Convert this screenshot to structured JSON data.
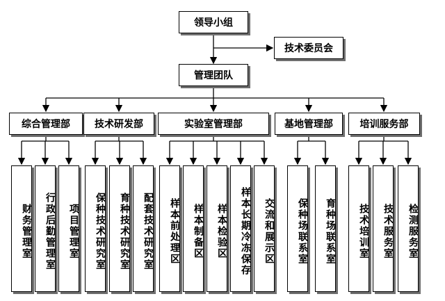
{
  "root": {
    "label": "领导小组"
  },
  "side": {
    "label": "技术委员会"
  },
  "mid": {
    "label": "管理团队"
  },
  "departments": [
    {
      "label": "综合管理部",
      "units": [
        "财务管理室",
        "行政后勤管理室",
        "项目管理室"
      ]
    },
    {
      "label": "技术研发部",
      "units": [
        "保种技术研究室",
        "育种技术研究室",
        "配套技术研究室"
      ]
    },
    {
      "label": "实验室管理部",
      "units": [
        "样本前处理区",
        "样本制备区",
        "样本检验区",
        "样本长期冷冻保存",
        "交流和展示区"
      ]
    },
    {
      "label": "基地管理部",
      "units": [
        "保种场联系室",
        "育种场联系室"
      ]
    },
    {
      "label": "培训服务部",
      "units": [
        "技术培训室",
        "技术服务室",
        "检测服务室"
      ]
    }
  ]
}
